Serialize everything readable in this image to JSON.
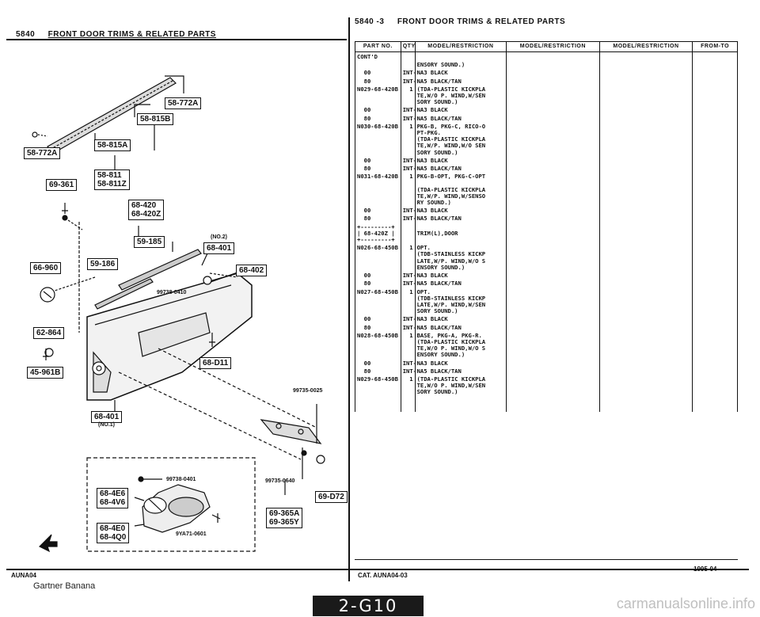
{
  "header": {
    "left_code": "5840",
    "left_title": "FRONT DOOR TRIMS & RELATED PARTS",
    "right_code": "5840 -3",
    "right_title": "FRONT DOOR TRIMS & RELATED PARTS"
  },
  "diagram": {
    "boxes": {
      "b58772a_top": "58-772A",
      "b58815b": "58-815B",
      "b58772a_left": "58-772A",
      "b58815a": "58-815A",
      "b69361": "69-361",
      "b58811": "58-811\n58-811Z",
      "b68420": "68-420\n68-420Z",
      "b59185": "59-185",
      "b68401_top": "68-401",
      "b59186": "59-186",
      "b68402": "68-402",
      "b66960": "66-960",
      "b62864": "62-864",
      "b45961b": "45-961B",
      "b68d11": "68-D11",
      "b68401_bot": "68-401",
      "b684e6": "68-4E6\n68-4V6",
      "b684e0": "68-4E0\n68-4Q0",
      "b69365a": "69-365A\n69-365Y",
      "b69d72": "69-D72"
    },
    "labels": {
      "no2": "(NO.2)",
      "no1": "(NO.1)",
      "p99738_0410_a": "99738-0410",
      "p99735_0025": "99735-0025",
      "p99738_0401": "99738-0401",
      "p99735_0640": "99735-0640",
      "p9ya71": "9YA71-0601"
    }
  },
  "table": {
    "columns": [
      "PART NO.",
      "QTY",
      "MODEL/RESTRICTION",
      "MODEL/RESTRICTION",
      "MODEL/RESTRICTION",
      "FROM-TO"
    ],
    "rows": [
      {
        "part": "CONT'D",
        "qty": "",
        "desc": ""
      },
      {
        "part": "",
        "qty": "",
        "desc": "ENSORY SOUND.)"
      },
      {
        "part": "  00",
        "qty": "INT-",
        "desc": "NA3 BLACK"
      },
      {
        "part": "  80",
        "qty": "INT-",
        "desc": "NA5 BLACK/TAN"
      },
      {
        "part": "N029-68-420B",
        "qty": "1",
        "desc": "(TDA-PLASTIC KICKPLA\nTE,W/O P. WIND,W/SEN\nSORY SOUND.)"
      },
      {
        "part": "  00",
        "qty": "INT-",
        "desc": "NA3 BLACK"
      },
      {
        "part": "  80",
        "qty": "INT-",
        "desc": "NA5 BLACK/TAN"
      },
      {
        "part": "N030-68-420B",
        "qty": "1",
        "desc": "PKG-B, PKG-C, RICO-O\nPT-PKG.\n(TDA-PLASTIC KICKPLA\nTE,W/P. WIND,W/O SEN\nSORY SOUND.)"
      },
      {
        "part": "  00",
        "qty": "INT-",
        "desc": "NA3 BLACK"
      },
      {
        "part": "  80",
        "qty": "INT-",
        "desc": "NA5 BLACK/TAN"
      },
      {
        "part": "N031-68-420B",
        "qty": "1",
        "desc": "PKG-B-OPT, PKG-C-OPT\n\n(TDA-PLASTIC KICKPLA\nTE,W/P. WIND,W/SENSO\nRY SOUND.)"
      },
      {
        "part": "  00",
        "qty": "INT-",
        "desc": "NA3 BLACK"
      },
      {
        "part": "  80",
        "qty": "INT-",
        "desc": "NA5 BLACK/TAN"
      },
      {
        "part": "+---------+\n| 68-420Z |\n+---------+",
        "qty": "",
        "desc": "\nTRIM(L),DOOR"
      },
      {
        "part": "N026-68-450B",
        "qty": "1",
        "desc": "OPT.\n(TDB-STAINLESS KICKP\nLATE,W/P. WIND,W/O S\nENSORY SOUND.)"
      },
      {
        "part": "  00",
        "qty": "INT-",
        "desc": "NA3 BLACK"
      },
      {
        "part": "  80",
        "qty": "INT-",
        "desc": "NA5 BLACK/TAN"
      },
      {
        "part": "N027-68-450B",
        "qty": "1",
        "desc": "OPT.\n(TDB-STAINLESS KICKP\nLATE,W/P. WIND,W/SEN\nSORY SOUND.)"
      },
      {
        "part": "  00",
        "qty": "INT-",
        "desc": "NA3 BLACK"
      },
      {
        "part": "  80",
        "qty": "INT-",
        "desc": "NA5 BLACK/TAN"
      },
      {
        "part": "N028-68-450B",
        "qty": "1",
        "desc": "BASE, PKG-A, PKG-R.\n(TDA-PLASTIC KICKPLA\nTE,W/O P. WIND,W/O S\nENSORY SOUND.)"
      },
      {
        "part": "  00",
        "qty": "INT-",
        "desc": "NA3 BLACK"
      },
      {
        "part": "  80",
        "qty": "INT-",
        "desc": "NA5 BLACK/TAN"
      },
      {
        "part": "N029-68-450B",
        "qty": "1",
        "desc": "(TDA-PLASTIC KICKPLA\nTE,W/O P. WIND,W/SEN\nSORY SOUND.)"
      }
    ]
  },
  "footer": {
    "left_code": "AUNA04",
    "cat": "CAT. AUNA04-03",
    "date": "1995-04",
    "owner": "Gartner Banana",
    "page": "2-G10",
    "watermark": "carmanualsonline.info"
  }
}
